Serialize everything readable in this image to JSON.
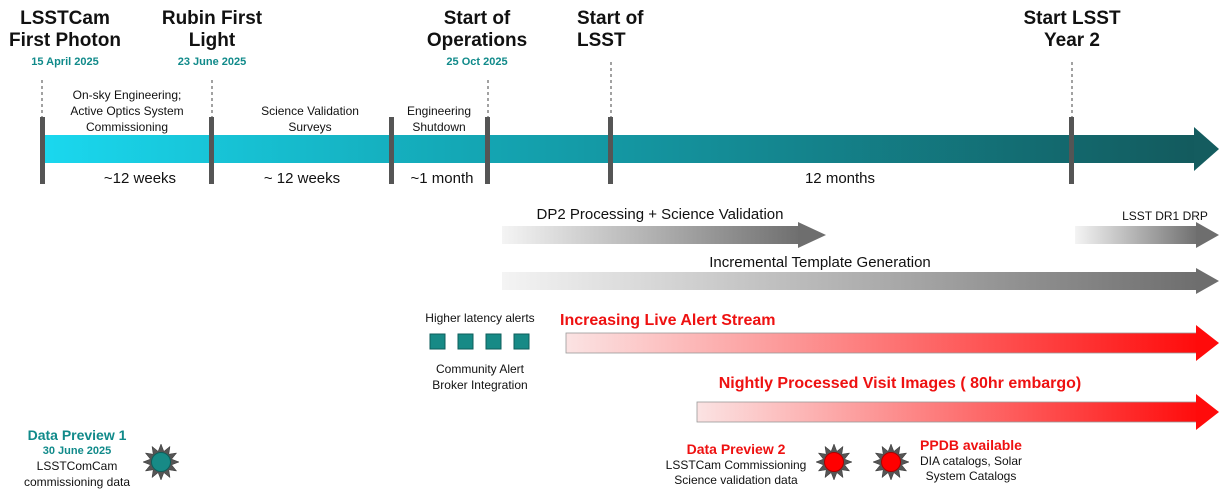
{
  "milestones": [
    {
      "title_line1": "LSSTCam",
      "title_line2": "First  Photon",
      "date": "15 April 2025"
    },
    {
      "title_line1": "Rubin First",
      "title_line2": "Light",
      "date": "23 June 2025"
    },
    {
      "title_line1": "Start of",
      "title_line2": "Operations",
      "date": "25 Oct 2025"
    },
    {
      "title_line1": "Start of",
      "title_line2": "LSST",
      "date": ""
    },
    {
      "title_line1": "Start LSST",
      "title_line2": "Year 2",
      "date": ""
    }
  ],
  "phases": [
    {
      "line1": "On-sky Engineering;",
      "line2": "Active Optics System",
      "line3": "Commissioning"
    },
    {
      "line1": "Science Validation",
      "line2": "Surveys"
    },
    {
      "line1": "Engineering",
      "line2": "Shutdown"
    }
  ],
  "durations": [
    "~12 weeks",
    "~ 12 weeks",
    "~1 month",
    "12 months"
  ],
  "activities": {
    "dp2_processing": "DP2 Processing  + Science Validation",
    "dr1_drp": "LSST DR1 DRP",
    "template_generation": "Incremental Template Generation",
    "higher_latency": "Higher latency alerts",
    "broker_line1": "Community Alert",
    "broker_line2": "Broker Integration",
    "live_alert": "Increasing Live Alert Stream",
    "nightly_images": "Nightly Processed Visit Images ( 80hr embargo)"
  },
  "data_preview_1": {
    "title": "Data Preview 1",
    "date": "30 June 2025",
    "line1": "LSSTComCam",
    "line2": "commissioning data"
  },
  "data_preview_2": {
    "title": "Data Preview 2",
    "line1": "LSSTCam  Commissioning",
    "line2": "Science validation data"
  },
  "ppdb": {
    "title": "PPDB available",
    "line1": "DIA catalogs, Solar",
    "line2": "System Catalogs"
  },
  "colors": {
    "teal": "#108a8a",
    "red": "#ee1111",
    "gray_arrow": "#777777",
    "timeline_start": "#19d6ee",
    "timeline_end": "#145c5f"
  }
}
